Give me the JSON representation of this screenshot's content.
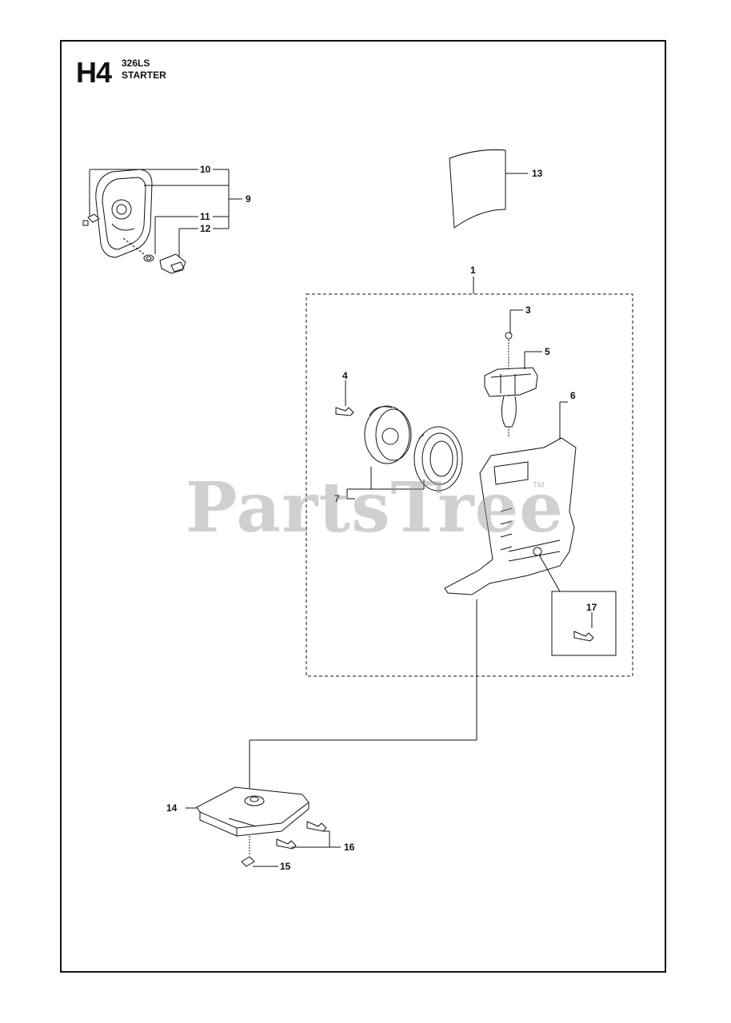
{
  "header": {
    "code": "H4",
    "model": "326LS",
    "name": "STARTER"
  },
  "watermark": {
    "text": "PartsTree",
    "tm": "TM"
  },
  "callouts": [
    "1",
    "3",
    "4",
    "5",
    "6",
    "7",
    "9",
    "10",
    "11",
    "12",
    "13",
    "14",
    "15",
    "16",
    "17"
  ]
}
